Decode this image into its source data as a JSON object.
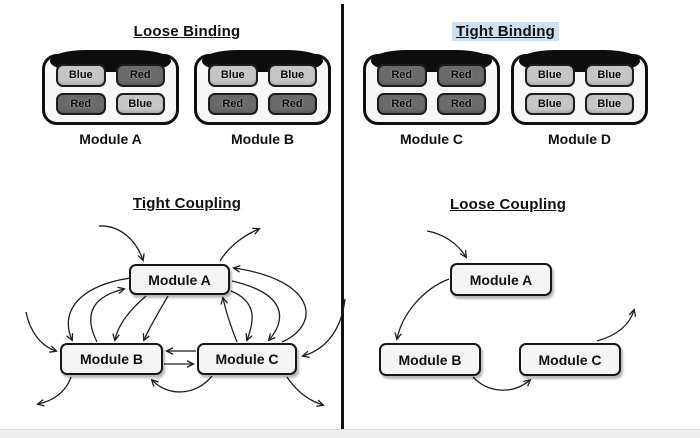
{
  "colors": {
    "cell_blue": "#c5c5c5",
    "cell_red": "#6a6a6a",
    "title_highlight": "#cfdff2",
    "node_fill": "#f4f4f4",
    "arrow": "#1f1f1f",
    "divider": "#111111"
  },
  "binding": {
    "left_title": "Loose Binding",
    "right_title": "Tight Binding",
    "modules": [
      {
        "label": "Module A",
        "cells": [
          {
            "label": "Blue",
            "type": "blue"
          },
          {
            "label": "Red",
            "type": "red"
          },
          {
            "label": "Red",
            "type": "red"
          },
          {
            "label": "Blue",
            "type": "blue"
          }
        ]
      },
      {
        "label": "Module B",
        "cells": [
          {
            "label": "Blue",
            "type": "blue"
          },
          {
            "label": "Blue",
            "type": "blue"
          },
          {
            "label": "Red",
            "type": "red"
          },
          {
            "label": "Red",
            "type": "red"
          }
        ]
      },
      {
        "label": "Module C",
        "cells": [
          {
            "label": "Red",
            "type": "red"
          },
          {
            "label": "Red",
            "type": "red"
          },
          {
            "label": "Red",
            "type": "red"
          },
          {
            "label": "Red",
            "type": "red"
          }
        ]
      },
      {
        "label": "Module D",
        "cells": [
          {
            "label": "Blue",
            "type": "blue"
          },
          {
            "label": "Blue",
            "type": "blue"
          },
          {
            "label": "Blue",
            "type": "blue"
          },
          {
            "label": "Blue",
            "type": "blue"
          }
        ]
      }
    ]
  },
  "coupling": {
    "left_title": "Tight Coupling",
    "right_title": "Loose Coupling",
    "tight_nodes": [
      "Module A",
      "Module B",
      "Module C"
    ],
    "loose_nodes": [
      "Module A",
      "Module B",
      "Module C"
    ]
  }
}
